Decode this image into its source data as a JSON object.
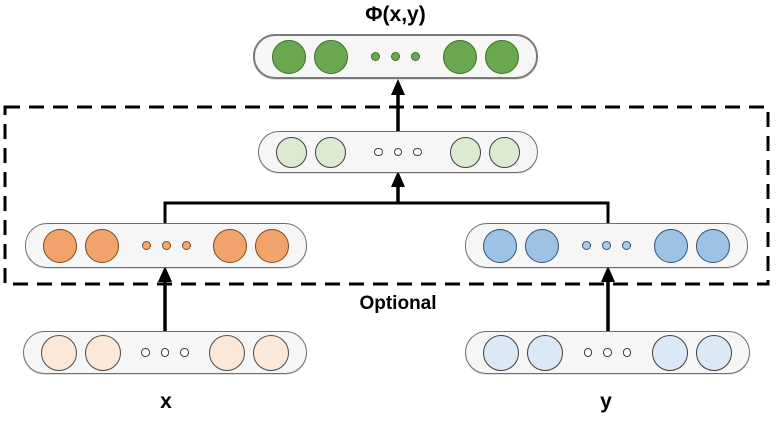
{
  "title": "Φ(x,y)",
  "labels": {
    "optional": "Optional",
    "input_x": "x",
    "input_y": "y"
  },
  "colors": {
    "canvas_background": "#ffffff",
    "layer_background": "#f6f6f6",
    "layer_border": "#6e6e6e",
    "line": "#000000",
    "text": "#000000",
    "green": "#6aa84f",
    "light_green": "#dcead2",
    "orange": "#f2a36c",
    "blue": "#9cc3e6",
    "peach": "#fce8d8",
    "pale_blue": "#dbe9f6"
  },
  "layers": [
    {
      "name": "output-layer",
      "pattern": "2-3-2",
      "circle_fill": "#6aa84f",
      "circle_border": "#3b7024",
      "dot_fill": "#6aa84f",
      "dot_border": "#3b7024"
    },
    {
      "name": "joint-hidden-layer",
      "pattern": "2-3-2",
      "circle_fill": "#dcead2",
      "circle_border": "#404040",
      "dot_fill": "#ffffff",
      "dot_border": "#404040"
    },
    {
      "name": "x-hidden-layer",
      "pattern": "2-3-2",
      "circle_fill": "#f2a36c",
      "circle_border": "#7a4a20",
      "dot_fill": "#f3a96f",
      "dot_border": "#7a4a20"
    },
    {
      "name": "y-hidden-layer",
      "pattern": "2-3-2",
      "circle_fill": "#9cc3e6",
      "circle_border": "#34516e",
      "dot_fill": "#aacbe9",
      "dot_border": "#34516e"
    },
    {
      "name": "x-input-layer",
      "pattern": "2-3-2",
      "circle_fill": "#fce8d8",
      "circle_border": "#4d4d4d",
      "dot_fill": "#ffffff",
      "dot_border": "#404040"
    },
    {
      "name": "y-input-layer",
      "pattern": "2-3-2",
      "circle_fill": "#dbe9f6",
      "circle_border": "#404040",
      "dot_fill": "#ffffff",
      "dot_border": "#404040"
    }
  ]
}
